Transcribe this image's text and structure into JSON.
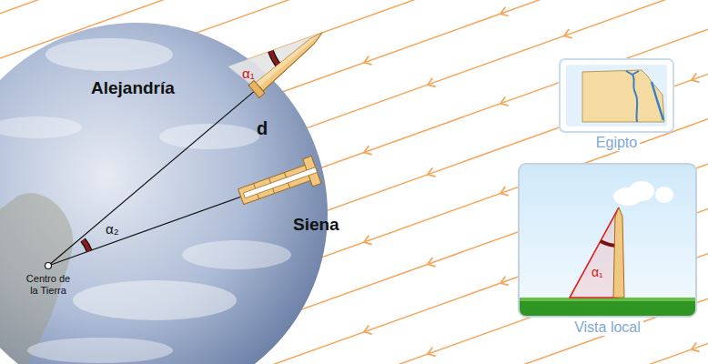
{
  "diagram": {
    "nodes": [
      {
        "text": [
          "Egipto"
        ]
      },
      {
        "text": [
          "α₁",
          "Vista local"
        ]
      }
    ],
    "labels": [
      "α₁",
      "Alejandría",
      "d",
      "α₂",
      "Siena",
      "Centro de la Tierra"
    ]
  }
}
